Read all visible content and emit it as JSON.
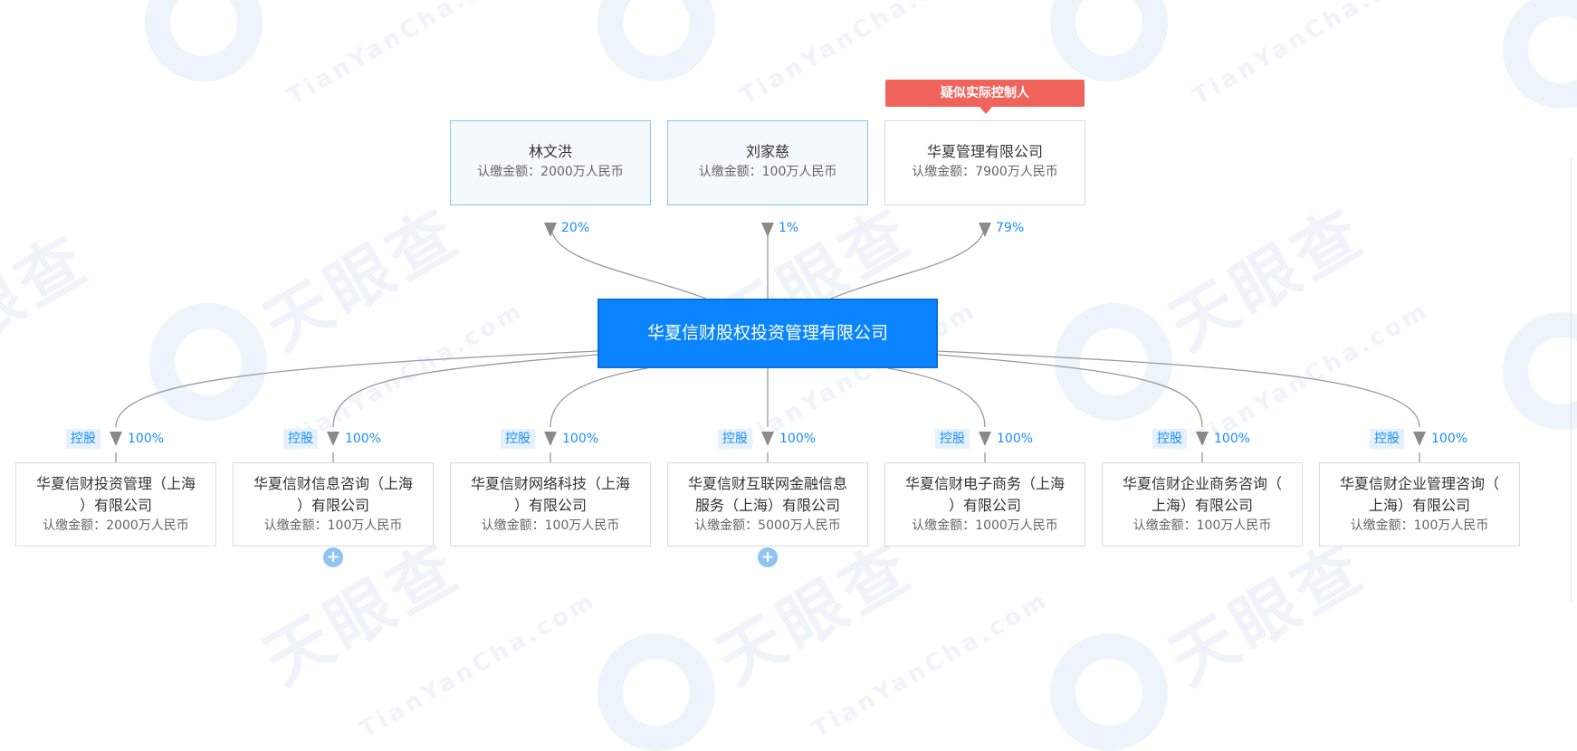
{
  "controller_tag": "疑似实际控制人",
  "amount_label": "认缴金额：",
  "holders": [
    {
      "name": "林文洪",
      "amount": "2000万人民币",
      "percent": "20%"
    },
    {
      "name": "刘家慈",
      "amount": "100万人民币",
      "percent": "1%"
    },
    {
      "name": "华夏管理有限公司",
      "amount": "7900万人民币",
      "percent": "79%"
    }
  ],
  "center": {
    "name": "华夏信财股权投资管理有限公司"
  },
  "control_label": "控股",
  "subsidiaries": [
    {
      "name_line1": "华夏信财投资管理（上海",
      "name_line2": "）有限公司",
      "amount": "2000万人民币",
      "percent": "100%"
    },
    {
      "name_line1": "华夏信财信息咨询（上海",
      "name_line2": "）有限公司",
      "amount": "100万人民币",
      "percent": "100%"
    },
    {
      "name_line1": "华夏信财网络科技（上海",
      "name_line2": "）有限公司",
      "amount": "100万人民币",
      "percent": "100%"
    },
    {
      "name_line1": "华夏信财互联网金融信息",
      "name_line2": "服务（上海）有限公司",
      "amount": "5000万人民币",
      "percent": "100%"
    },
    {
      "name_line1": "华夏信财电子商务（上海",
      "name_line2": "）有限公司",
      "amount": "1000万人民币",
      "percent": "100%"
    },
    {
      "name_line1": "华夏信财企业商务咨询（",
      "name_line2": "上海）有限公司",
      "amount": "100万人民币",
      "percent": "100%"
    },
    {
      "name_line1": "华夏信财企业管理咨询（",
      "name_line2": "上海）有限公司",
      "amount": "100万人民币",
      "percent": "100%"
    }
  ],
  "expand_symbol": "+",
  "watermark": {
    "brand": "天眼查",
    "domain": "TianYanCha.com"
  },
  "colors": {
    "center_bg": "#0a84ff",
    "accent": "#1a8cff",
    "tag_bg": "#f0635b",
    "edge": "#999999"
  }
}
